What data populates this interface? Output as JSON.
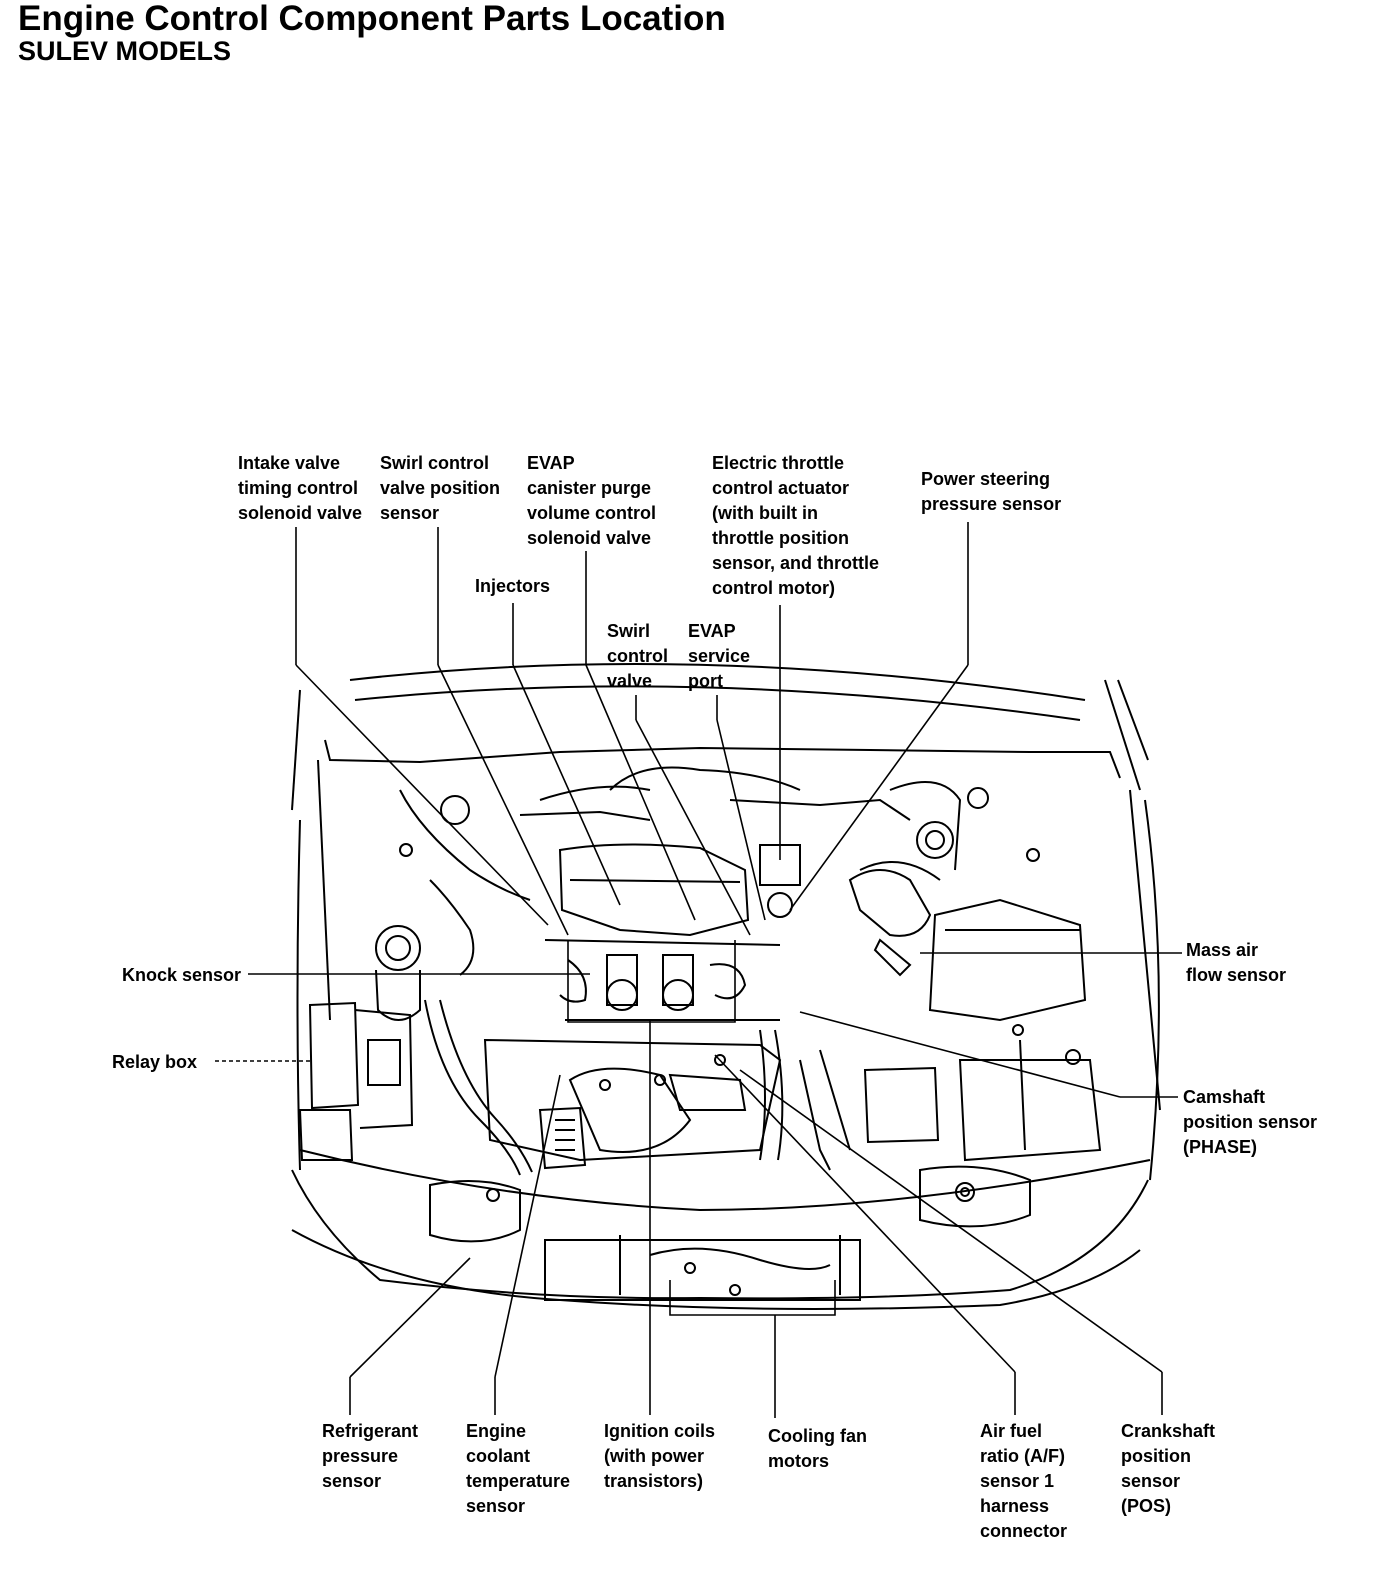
{
  "title": "Engine Control Component Parts Location",
  "subtitle": "SULEV MODELS",
  "labels": {
    "intake_valve_timing": "Intake valve\ntiming control\nsolenoid valve",
    "swirl_position_sensor": "Swirl control\nvalve position\nsensor",
    "evap_purge": "EVAP\ncanister purge\nvolume control\nsolenoid valve",
    "electric_throttle": "Electric throttle\ncontrol actuator\n(with built in\nthrottle position\nsensor, and throttle\ncontrol motor)",
    "power_steering": "Power steering\npressure sensor",
    "injectors": "Injectors",
    "swirl_control_valve": "Swirl\ncontrol\nvalve",
    "evap_service_port": "EVAP\nservice\nport",
    "knock_sensor": "Knock sensor",
    "relay_box": "Relay box",
    "mass_air_flow": "Mass air\nflow sensor",
    "camshaft_sensor": "Camshaft\nposition sensor\n(PHASE)",
    "refrigerant_sensor": "Refrigerant\npressure\nsensor",
    "coolant_sensor": "Engine\ncoolant\ntemperature\nsensor",
    "ignition_coils": "Ignition coils\n(with power\ntransistors)",
    "cooling_fan": "Cooling fan\nmotors",
    "af_sensor": "Air fuel\nratio (A/F)\nsensor 1\nharness\nconnector",
    "crankshaft_sensor": "Crankshaft\nposition\nsensor\n(POS)"
  }
}
